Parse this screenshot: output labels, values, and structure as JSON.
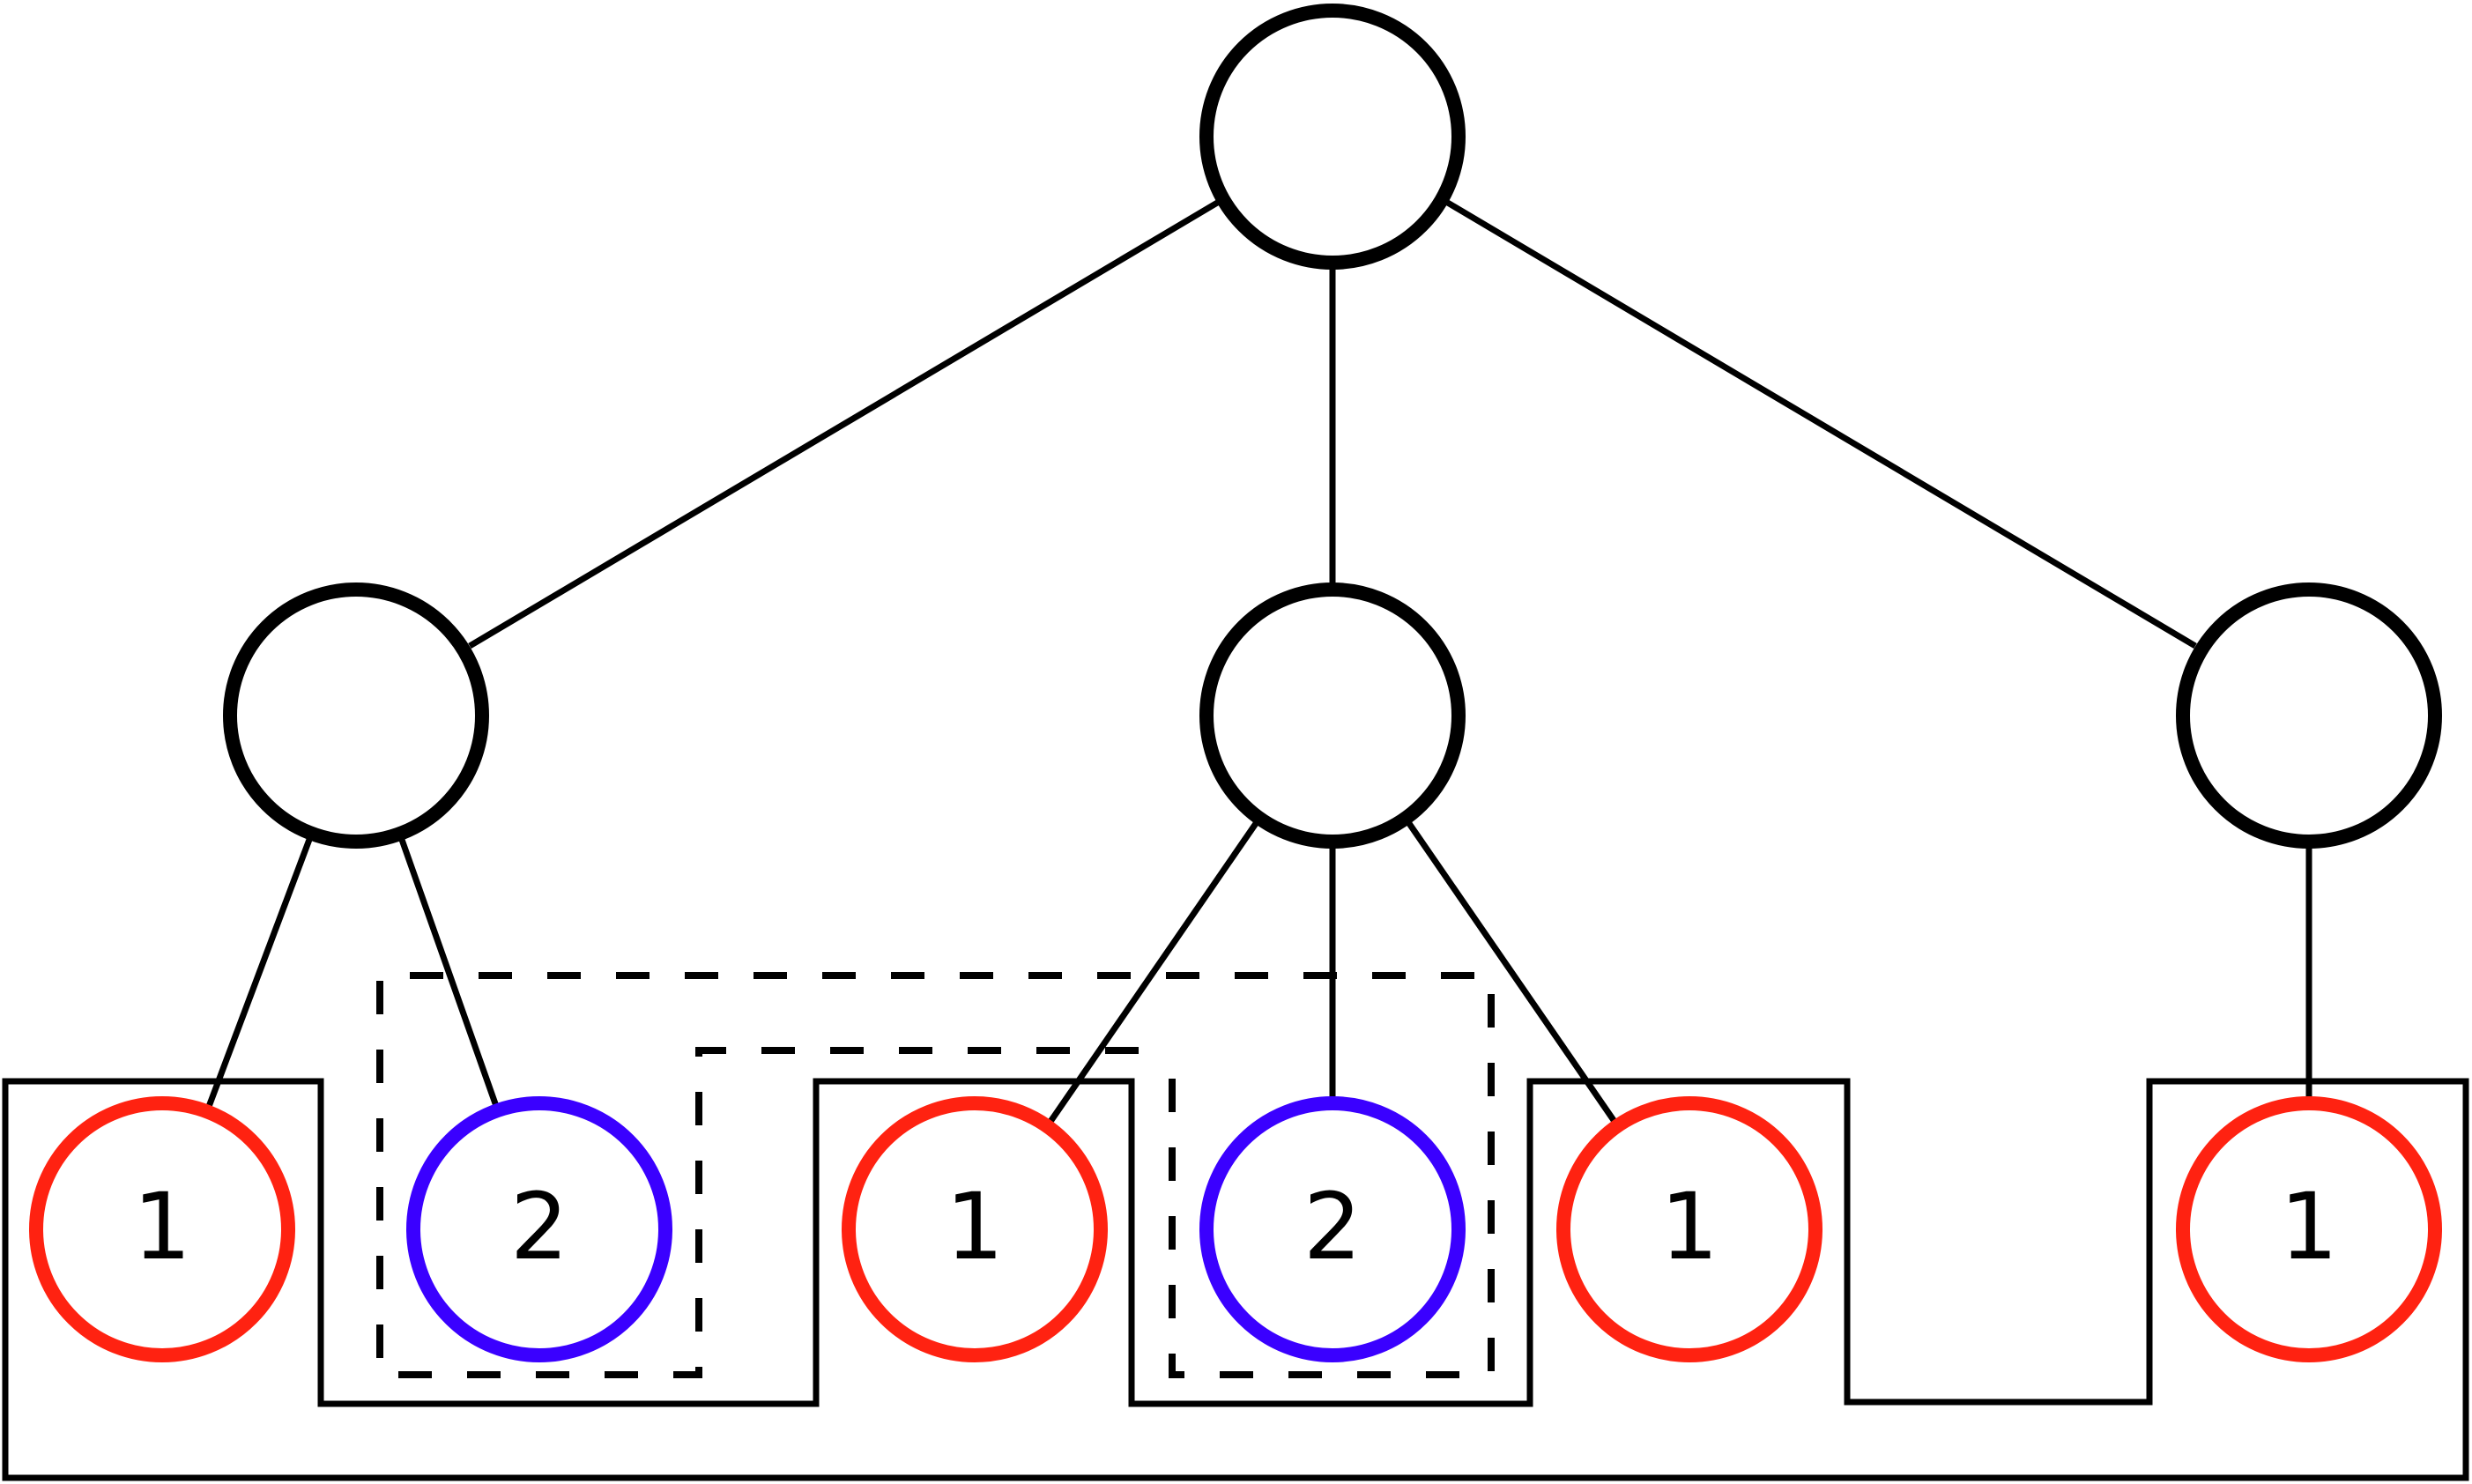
{
  "colors": {
    "stroke": "#000000",
    "leaf_value_1": "#ff2211",
    "leaf_value_2": "#3a00ff",
    "background": "#ffffff"
  },
  "tree": {
    "root": {
      "id": "root"
    },
    "internal": [
      {
        "id": "left"
      },
      {
        "id": "middle"
      },
      {
        "id": "right"
      }
    ],
    "leaves": [
      {
        "id": "leaf-1",
        "parent": "left",
        "label": "1",
        "color_key": "leaf_value_1"
      },
      {
        "id": "leaf-2",
        "parent": "left",
        "label": "2",
        "color_key": "leaf_value_2"
      },
      {
        "id": "leaf-3",
        "parent": "middle",
        "label": "1",
        "color_key": "leaf_value_1"
      },
      {
        "id": "leaf-4",
        "parent": "middle",
        "label": "2",
        "color_key": "leaf_value_2"
      },
      {
        "id": "leaf-5",
        "parent": "middle",
        "label": "1",
        "color_key": "leaf_value_1"
      },
      {
        "id": "leaf-6",
        "parent": "right",
        "label": "1",
        "color_key": "leaf_value_1"
      }
    ]
  }
}
